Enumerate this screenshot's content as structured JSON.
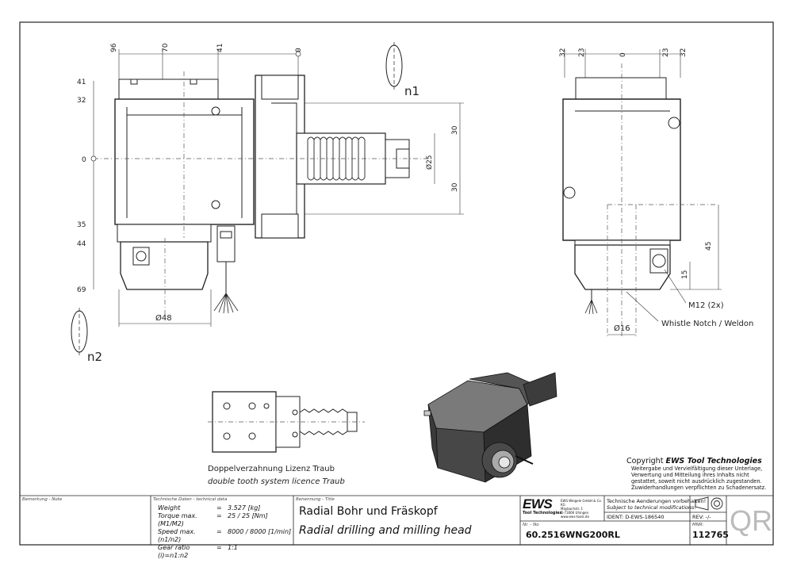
{
  "views": {
    "left": {
      "top_dims": [
        "96",
        "70",
        "41",
        "0"
      ],
      "left_dims": [
        "41",
        "32",
        "0",
        "35",
        "44",
        "69"
      ],
      "right_dims": [
        "30",
        "30"
      ],
      "diameter_shank": "Ø25",
      "diameter_spindle": "Ø48",
      "rotation_label_1": "n1",
      "rotation_label_2": "n2"
    },
    "right": {
      "top_dims": [
        "32",
        "23",
        "0",
        "23",
        "32"
      ],
      "side_dims": [
        "45",
        "15"
      ],
      "diameter": "Ø16",
      "callout_1": "M12 (2x)",
      "callout_2": "Whistle Notch / Weldon"
    },
    "bottom": {
      "caption_de": "Doppelverzahnung Lizenz Traub",
      "caption_en": "double tooth system licence Traub"
    }
  },
  "copyright": {
    "title_prefix": "Copyright ",
    "title_brand": "EWS Tool Technologies",
    "lines": [
      "Weitergabe und Vervielfältigung dieser Unterlage,",
      "Verwertung und Mitteilung ihres Inhalts nicht",
      "gestattet, soweit nicht ausdrücklich zugestanden.",
      "Zuwiderhandlungen verpflichten zu Schadenersatz."
    ]
  },
  "title_block": {
    "note_label": "Bemerkung - Note",
    "tech_label": "Technische Daten - technical data",
    "specs": [
      {
        "k": "Weight",
        "v": "3.527 [kg]"
      },
      {
        "k": "Torque max.(M1/M2)",
        "v": "25 / 25 [Nm]"
      },
      {
        "k": "Speed max. (n1/n2)",
        "v": "8000 / 8000 [1/min]"
      },
      {
        "k": "Gear ratio  (i)=n1:n2",
        "v": "1:1"
      }
    ],
    "title_label": "Benennung - Title",
    "title_de": "Radial Bohr und Fräskopf",
    "title_en": "Radial drilling and milling head",
    "logo": "EWS",
    "logo_sub": "Tool Technologies",
    "company_lines": [
      "EWS Weigele GmbH & Co. KG",
      "Maybachstr. 1",
      "D-73066 Uhingen",
      "www.ews-tools.de"
    ],
    "change_de": "Technische Aenderungen vorbehalten!",
    "change_en": "Subject to technical modifications!",
    "ident": "IDENT:  D-EWS-186540",
    "rev": "REV:  -/-",
    "nr_label": "Nr. - No",
    "part_no": "60.2516WNG200RL",
    "mnr_label": "MNR:",
    "mnr": "112765",
    "qr": "QR"
  }
}
